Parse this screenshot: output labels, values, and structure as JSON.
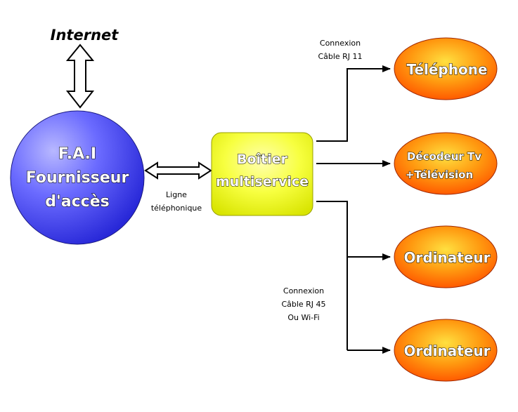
{
  "internet": "Internet",
  "fai": {
    "line1": "F.A.I",
    "line2": "Fournisseur",
    "line3": "d'accès"
  },
  "boitier": {
    "line1": "Boîtier",
    "line2": "multiservice"
  },
  "ligne": {
    "line1": "Ligne",
    "line2": "téléphonique"
  },
  "connexion_rj11": {
    "line1": "Connexion",
    "line2": "Câble RJ 11"
  },
  "connexion_rj45": {
    "line1": "Connexion",
    "line2": "Câble RJ 45",
    "line3": "Ou Wi-Fi"
  },
  "telephone": "Téléphone",
  "decodeur": {
    "line1": "Décodeur Tv",
    "line2": "+Télévision"
  },
  "ordinateur1": "Ordinateur",
  "ordinateur2": "Ordinateur",
  "colors": {
    "fai_fill": "#5a5aff",
    "boitier_fill": "#f4ff3a",
    "device_fill": "#ff6a00",
    "device_highlight": "#ffd23a"
  }
}
